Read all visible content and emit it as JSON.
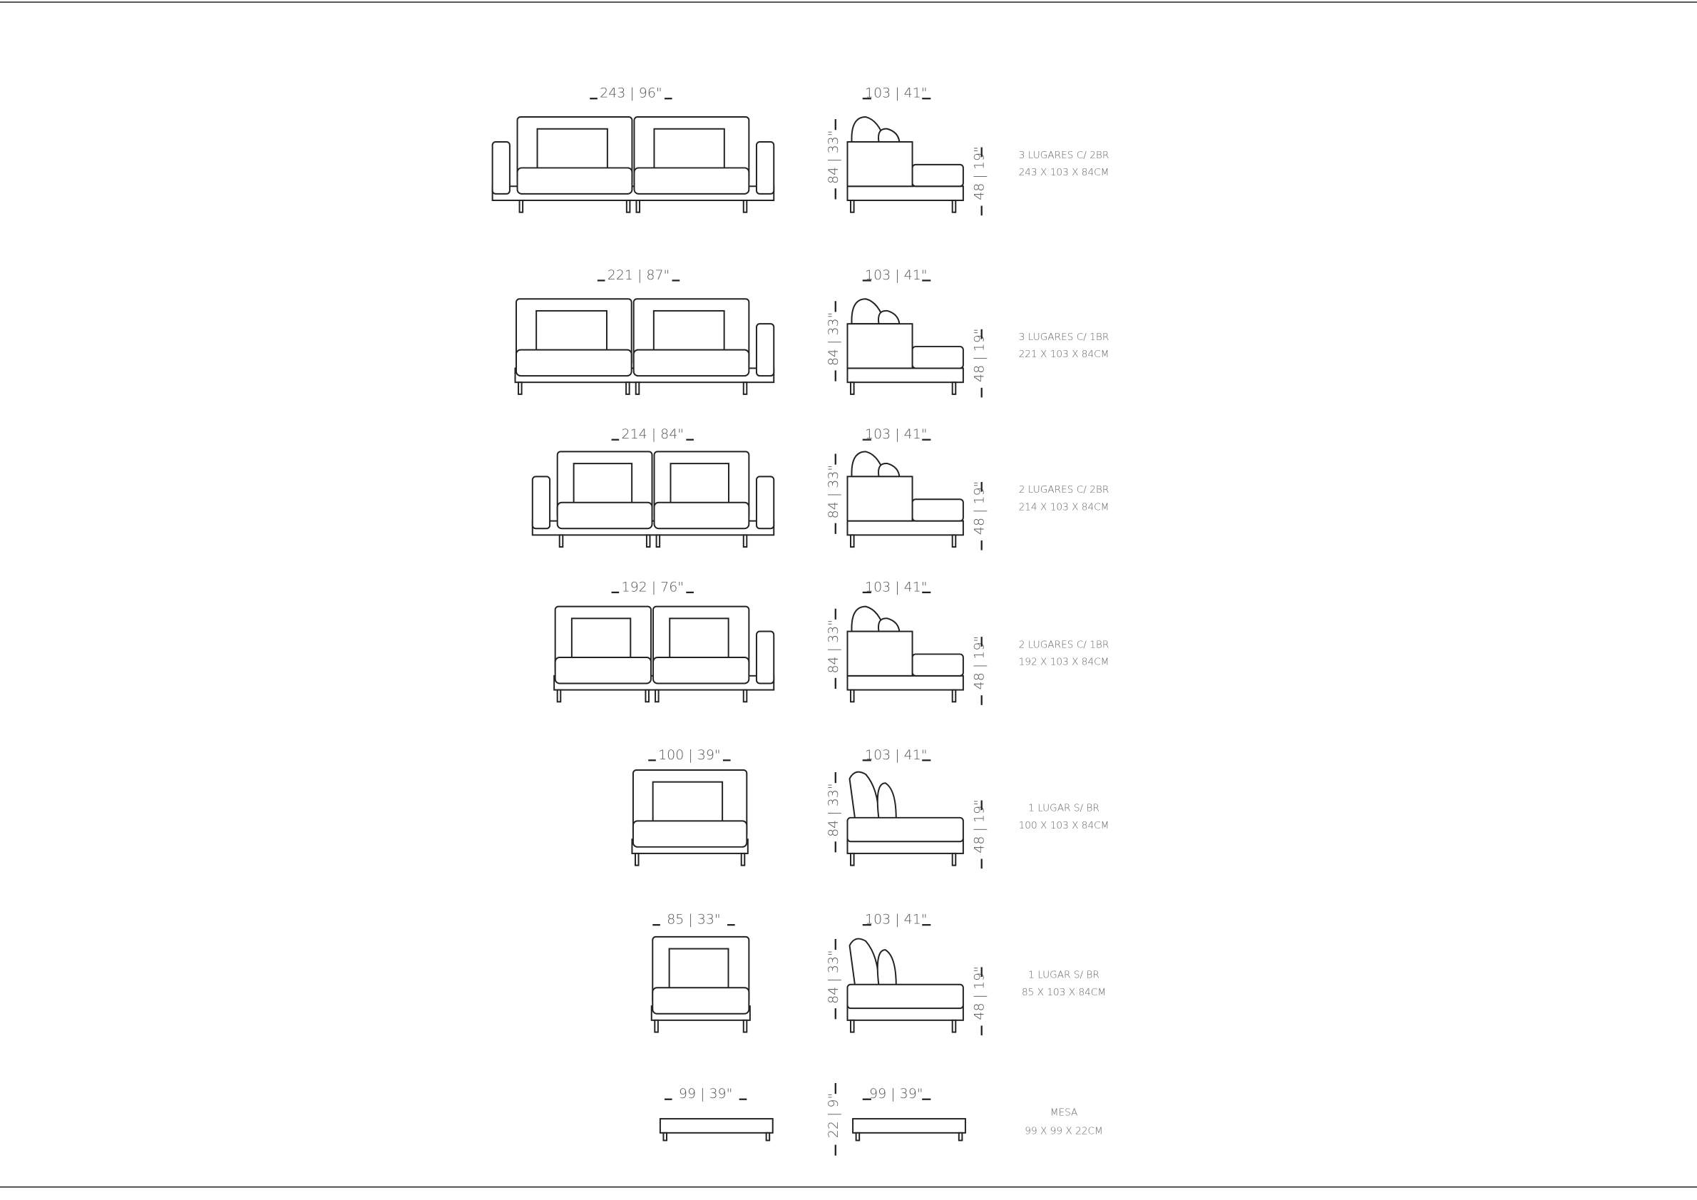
{
  "products": [
    {
      "name": "3 LUGARES C/ 2BR",
      "size": "243 X 103 X 84CM",
      "width_label": "243 | 96\"",
      "depth_label": "103 | 41\"",
      "height_label": "84 | 33\"",
      "seat_label": "48 | 19\""
    },
    {
      "name": "3 LUGARES C/ 1BR",
      "size": "221 X 103 X 84CM",
      "width_label": "221 | 87\"",
      "depth_label": "103 | 41\"",
      "height_label": "84 | 33\"",
      "seat_label": "48 | 19\""
    },
    {
      "name": "2 LUGARES C/ 2BR",
      "size": "214 X 103 X 84CM",
      "width_label": "214 | 84\"",
      "depth_label": "103 | 41\"",
      "height_label": "84 | 33\"",
      "seat_label": "48 | 19\""
    },
    {
      "name": "2 LUGARES C/ 1BR",
      "size": "192 X 103 X 84CM",
      "width_label": "192 | 76\"",
      "depth_label": "103 | 41\"",
      "height_label": "84 | 33\"",
      "seat_label": "48 | 19\""
    },
    {
      "name": "1 LUGAR S/ BR",
      "size": "100 X 103 X 84CM",
      "width_label": "100 | 39\"",
      "depth_label": "103 | 41\"",
      "height_label": "84 | 33\"",
      "seat_label": "48 | 19\""
    },
    {
      "name": "1 LUGAR S/ BR",
      "size": "85 X 103 X 84CM",
      "width_label": "85 | 33\"",
      "depth_label": "103 | 41\"",
      "height_label": "84 | 33\"",
      "seat_label": "48 | 19\""
    },
    {
      "name": "MESA",
      "size": "99 X 99 X 22CM",
      "width_label": "99 | 39\"",
      "depth_label": "99 | 39\"",
      "height_label": "22 | 9\""
    }
  ]
}
